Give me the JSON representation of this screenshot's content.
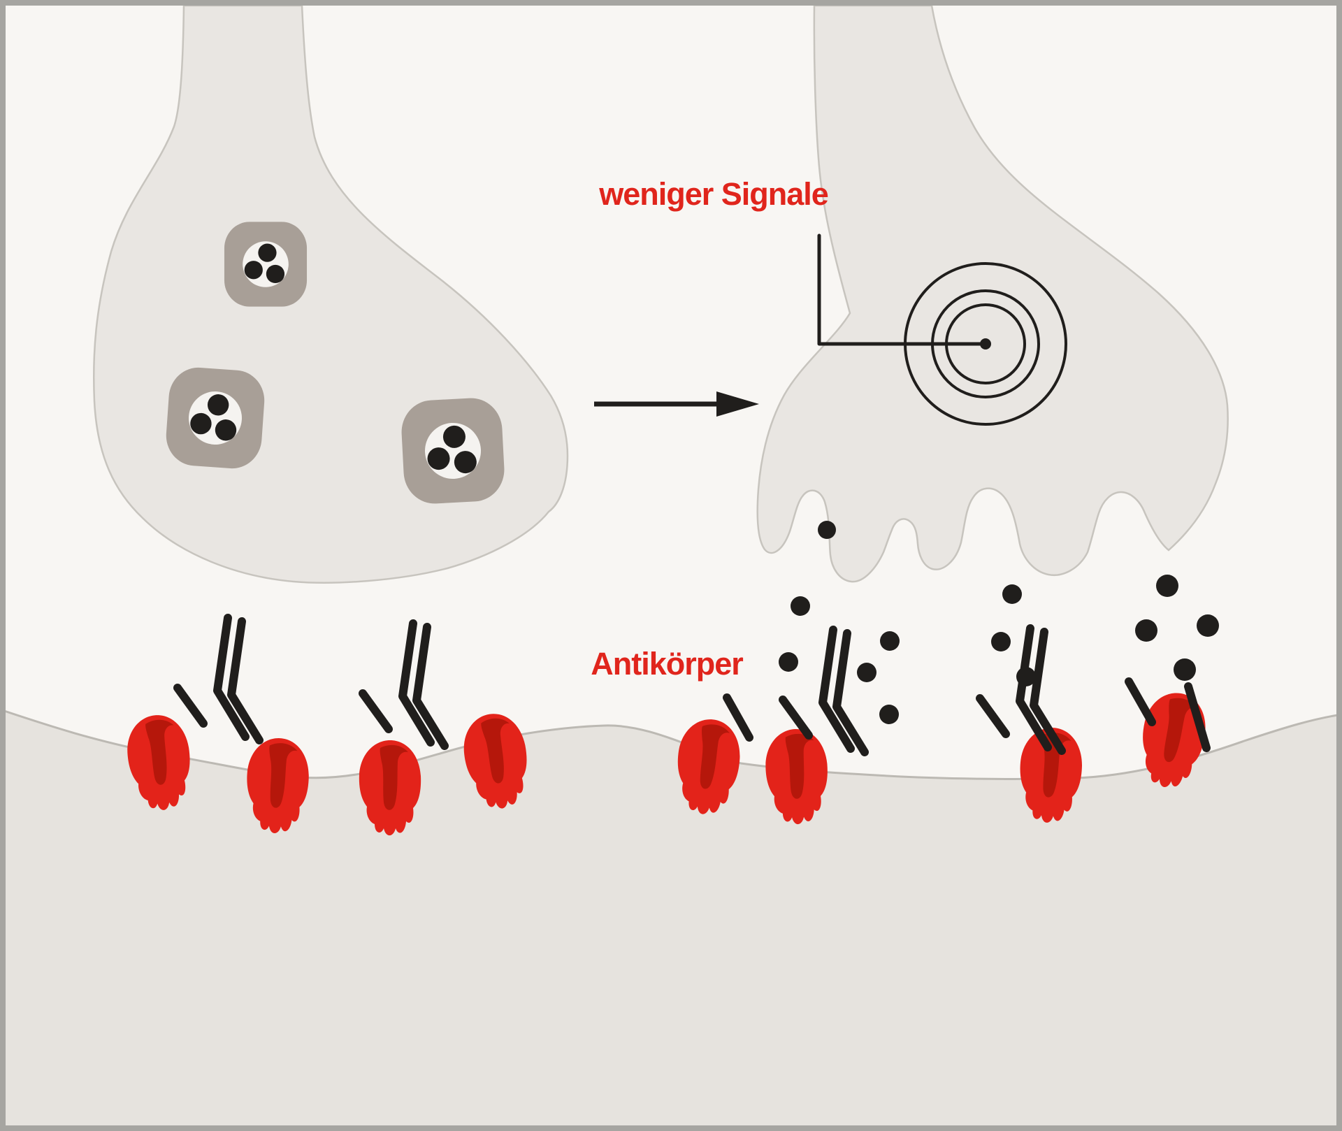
{
  "labels": {
    "fewer_signals": "weniger Signale",
    "antibody": "Antikörper"
  },
  "colors": {
    "background": "#f8f6f3",
    "frame": "#a6a5a1",
    "synapse_fill": "#e9e6e2",
    "synapse_stroke": "#c7c4be",
    "membrane_fill": "#e6e3de",
    "membrane_stroke": "#bcb9b3",
    "vesicle_fill": "#a89f97",
    "vesicle_core": "#f5f3f0",
    "ink": "#201e1c",
    "label_red": "#e0251c",
    "receptor_red": "#e3231a",
    "receptor_shade": "#b5170b"
  },
  "scene": {
    "left_terminal": {
      "vesicle_count": 3,
      "dots_per_vesicle": 3,
      "receptor_count": 4
    },
    "right_terminal": {
      "receptor_count": 4,
      "released_neurotransmitter_count": 13,
      "signal_ring_count": 3
    },
    "antibody_group_count": 4
  }
}
